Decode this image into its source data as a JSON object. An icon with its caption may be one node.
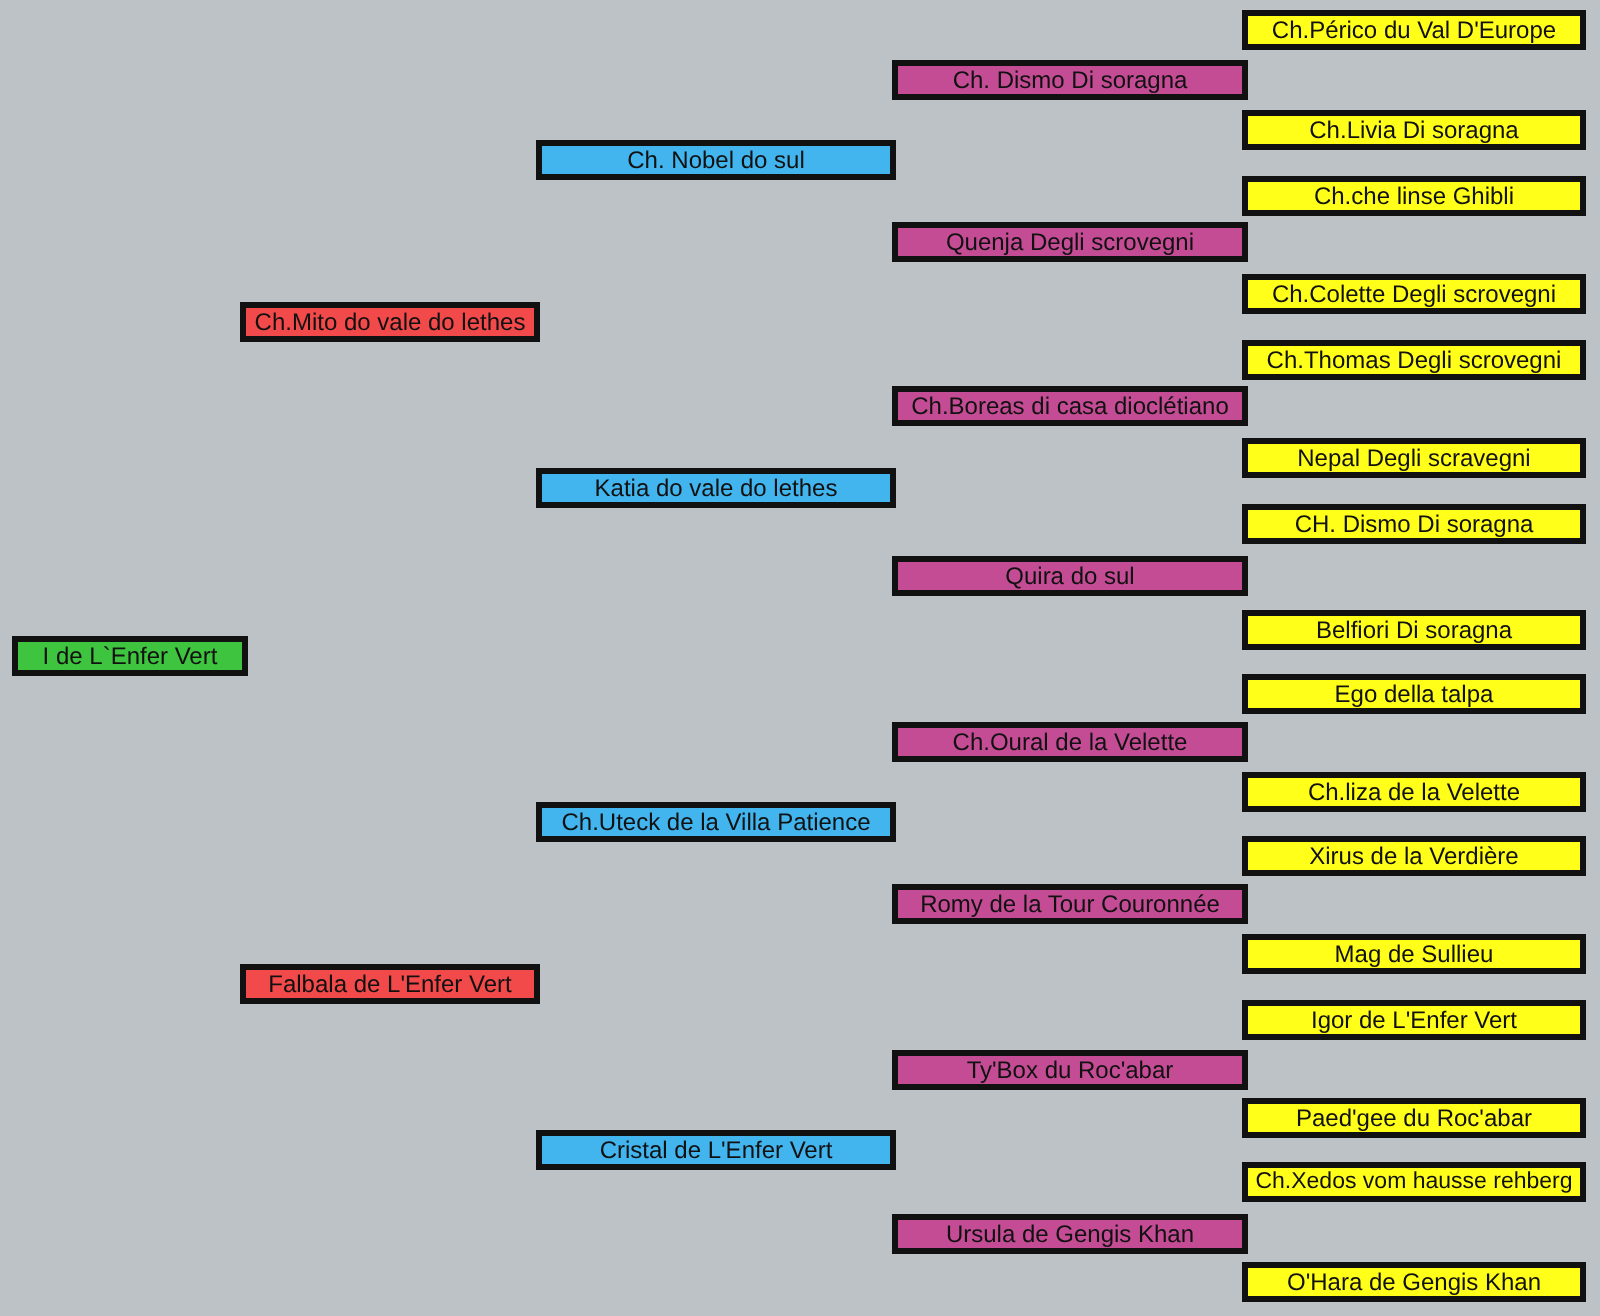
{
  "diagram": {
    "nodes": [
      {
        "text": [
          "I de L`Enfer Vert"
        ]
      },
      {
        "text": [
          "Ch.Mito do vale do lethes"
        ]
      },
      {
        "text": [
          "Falbala de L'Enfer Vert"
        ]
      },
      {
        "text": [
          "Ch. Nobel do sul"
        ]
      },
      {
        "text": [
          "Katia do vale do lethes"
        ]
      },
      {
        "text": [
          "Ch.Uteck de la Villa Patience"
        ]
      },
      {
        "text": [
          "Cristal de L'Enfer Vert"
        ]
      },
      {
        "text": [
          "Ch. Dismo Di soragna"
        ]
      },
      {
        "text": [
          "Quenja Degli scrovegni"
        ]
      },
      {
        "text": [
          "Ch.Boreas di casa dioclétiano"
        ]
      },
      {
        "text": [
          "Quira do sul"
        ]
      },
      {
        "text": [
          "Ch.Oural de la Velette"
        ]
      },
      {
        "text": [
          "Romy de la Tour Couronnée"
        ]
      },
      {
        "text": [
          "Ty'Box du Roc'abar"
        ]
      },
      {
        "text": [
          "Ursula de Gengis Khan"
        ]
      },
      {
        "text": [
          "Ch.Périco du Val D'Europe"
        ]
      },
      {
        "text": [
          "Ch.Livia Di soragna"
        ]
      },
      {
        "text": [
          "Ch.che linse Ghibli"
        ]
      },
      {
        "text": [
          "Ch.Colette Degli scrovegni"
        ]
      },
      {
        "text": [
          "Ch.Thomas Degli scrovegni"
        ]
      },
      {
        "text": [
          "Nepal Degli scravegni"
        ]
      },
      {
        "text": [
          "CH. Dismo Di soragna"
        ]
      },
      {
        "text": [
          "Belfiori Di soragna"
        ]
      },
      {
        "text": [
          "Ego della talpa"
        ]
      },
      {
        "text": [
          "Ch.liza de la Velette"
        ]
      },
      {
        "text": [
          "Xirus de la Verdière"
        ]
      },
      {
        "text": [
          "Mag de Sullieu"
        ]
      },
      {
        "text": [
          "Igor de L'Enfer Vert"
        ]
      },
      {
        "text": [
          "Paed'gee du Roc'abar"
        ]
      },
      {
        "text": [
          "Ch.Xedos vom hausse rehberg"
        ]
      },
      {
        "text": [
          "O'Hara de Gengis Khan"
        ]
      }
    ],
    "edges": []
  }
}
